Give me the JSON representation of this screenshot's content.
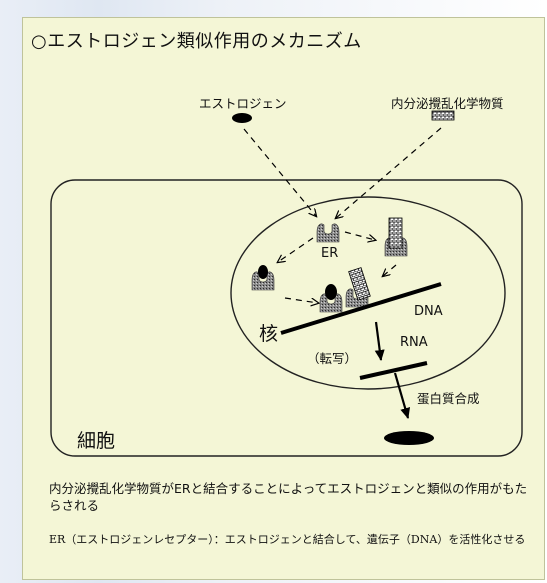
{
  "title": "○エストロジェン類似作用のメカニズム",
  "labels": {
    "estrogen": "エストロジェン",
    "disruptor": "内分泌攪乱化学物質",
    "er": "ER",
    "nucleus": "核",
    "dna": "DNA",
    "transcription": "（転写）",
    "rna": "RNA",
    "protein_synthesis": "蛋白質合成",
    "cell": "細胞"
  },
  "caption": "内分泌攪乱化学物質がERと結合することによってエストロジェンと類似の作用がもたらされる",
  "note": "ER（エストロジェンレセプター）：エストロジェンと結合して、遺伝子（DNA）を活性化させる",
  "colors": {
    "panel_bg": "#f4f6d6",
    "ink": "#000000",
    "receptor_fill": "#6a6a6a"
  },
  "icons": [
    "estrogen-ellipse",
    "disruptor-brick-icon",
    "receptor-icon",
    "protein-ellipse"
  ]
}
